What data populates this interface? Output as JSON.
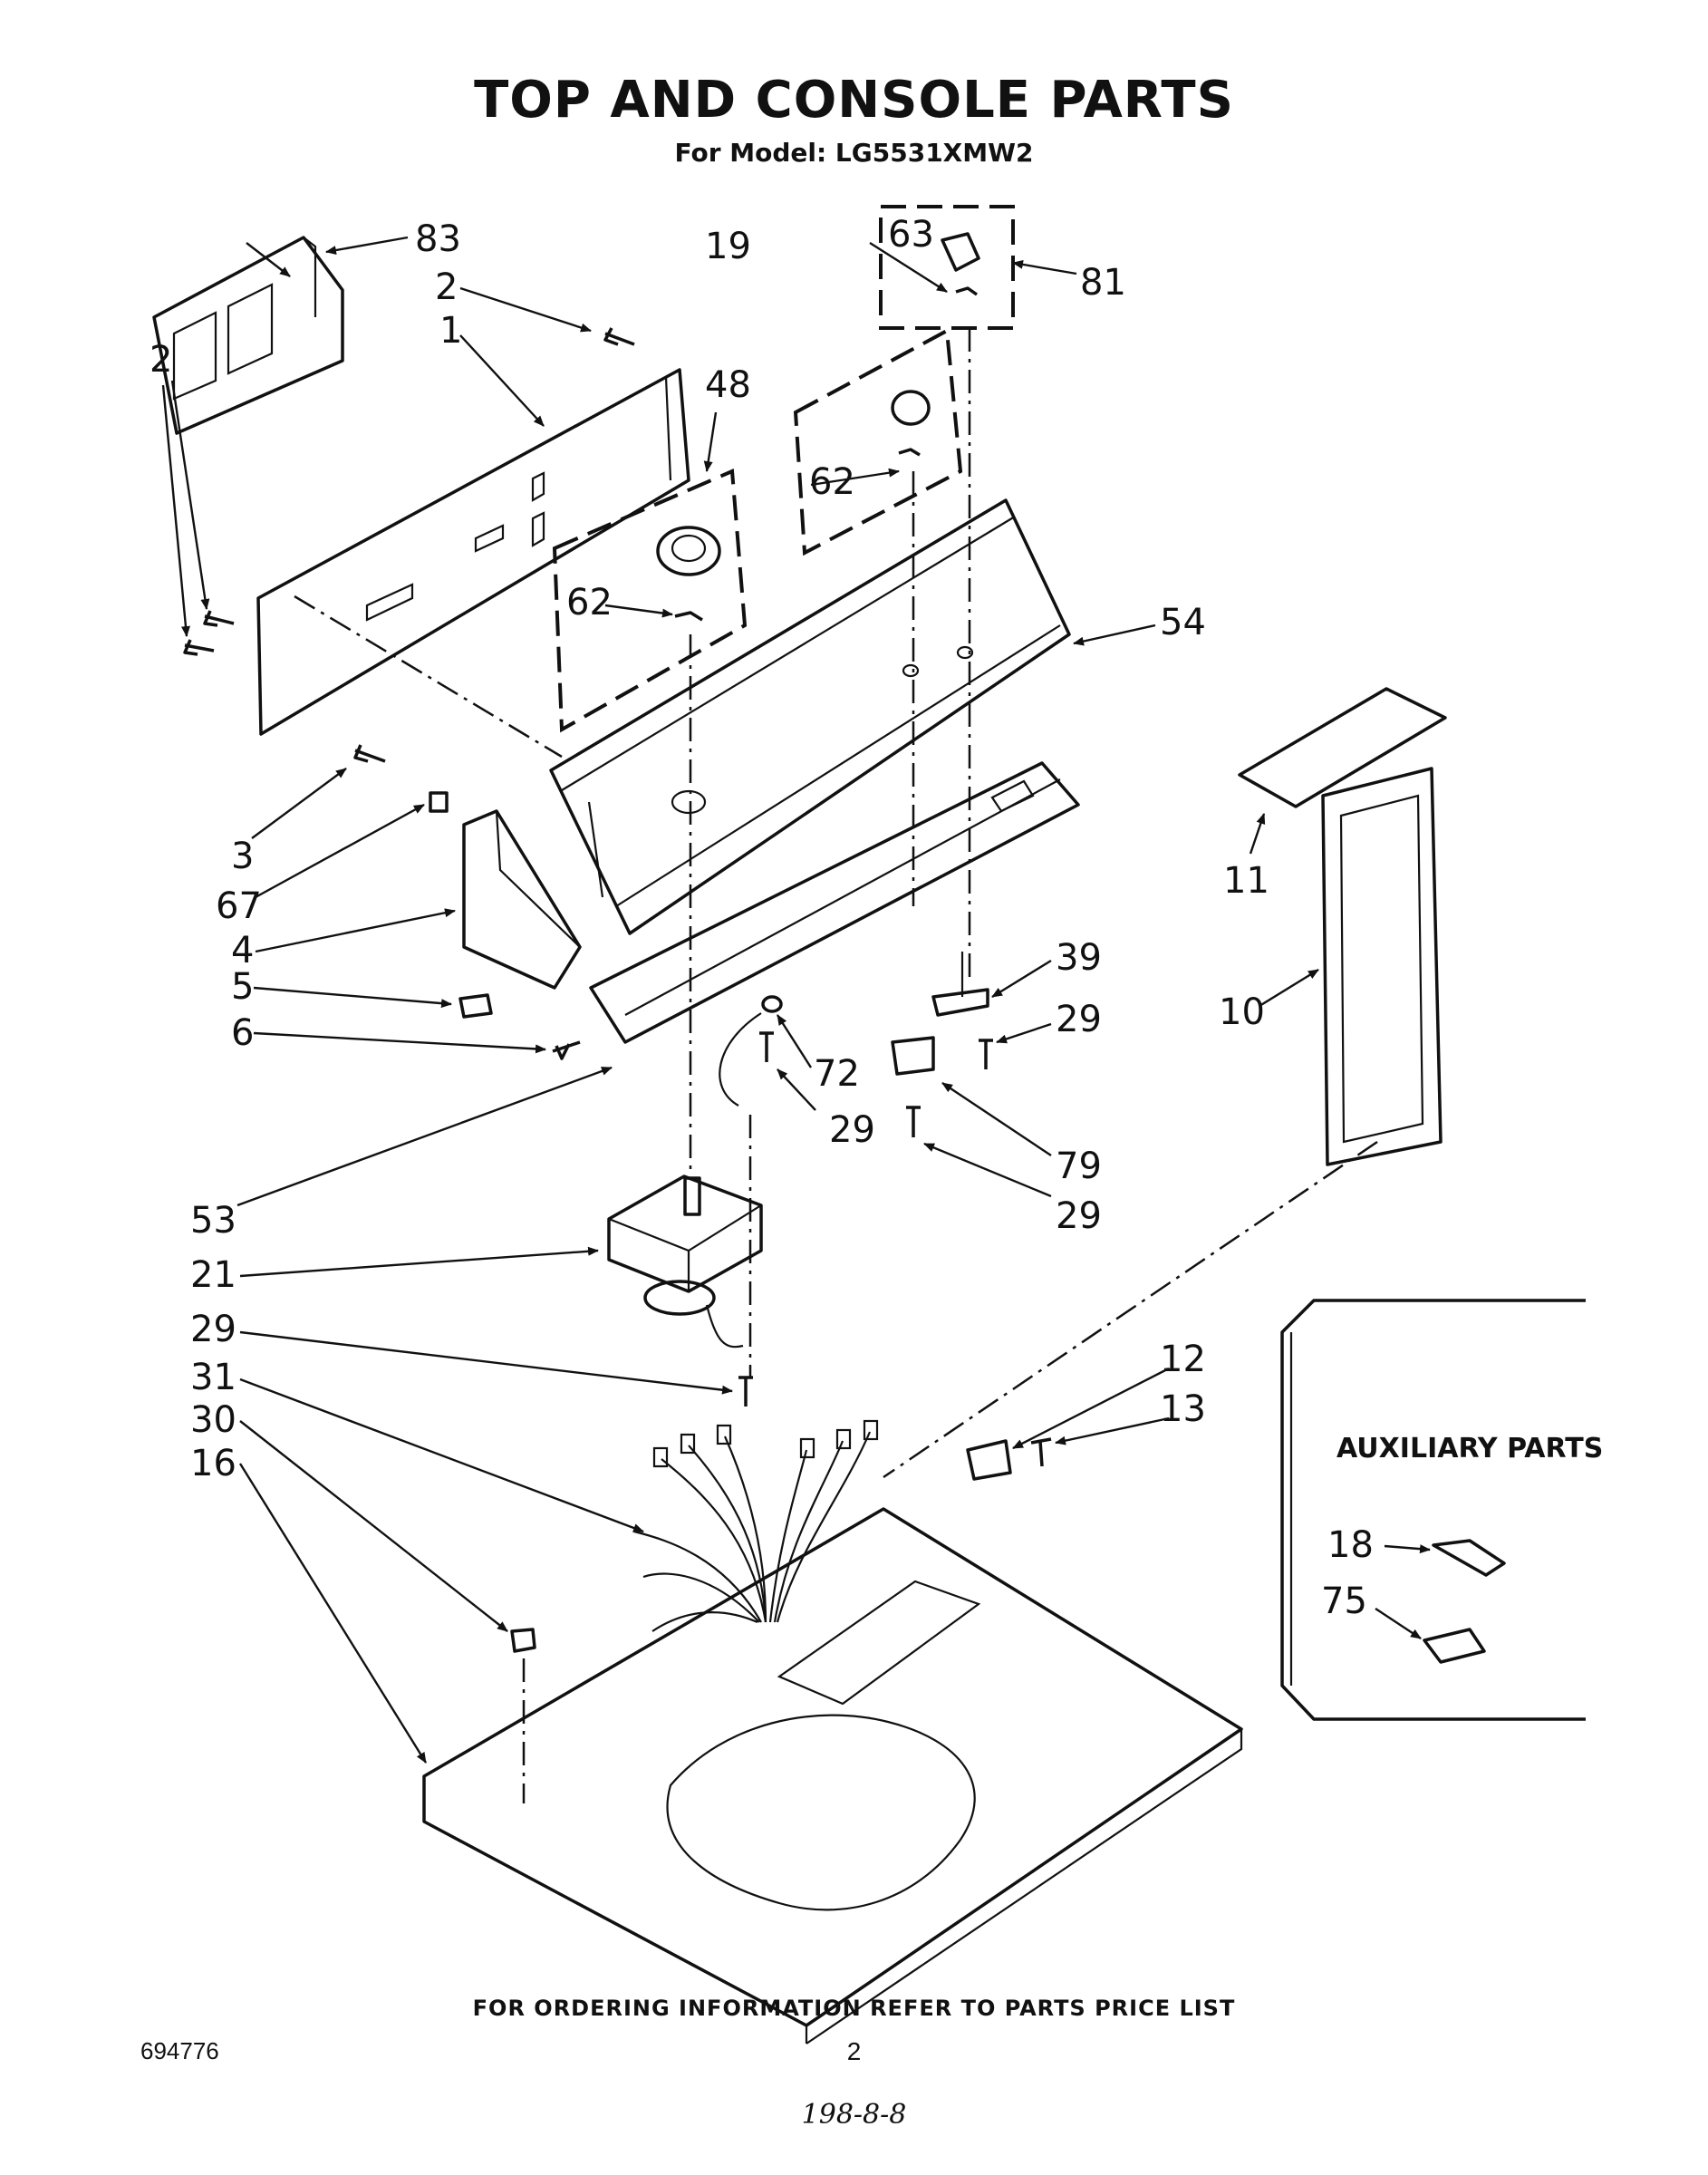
{
  "header": {
    "title": "TOP AND CONSOLE PARTS",
    "subtitle": "For Model: LG5531XMW2"
  },
  "callouts": [
    "83",
    "2",
    "1",
    "48",
    "19",
    "63",
    "81",
    "62",
    "2",
    "62",
    "54",
    "3",
    "67",
    "4",
    "5",
    "6",
    "11",
    "10",
    "39",
    "29",
    "72",
    "29",
    "79",
    "29",
    "53",
    "21",
    "29",
    "31",
    "30",
    "16",
    "12",
    "13"
  ],
  "auxiliary": {
    "title": "AUXILIARY PARTS",
    "items": [
      "18",
      "75"
    ]
  },
  "footer": {
    "ordering_note": "FOR ORDERING INFORMATION REFER TO PARTS PRICE LIST",
    "doc_number": "694776",
    "page_number": "2",
    "handwritten_note": "198-8-8"
  }
}
